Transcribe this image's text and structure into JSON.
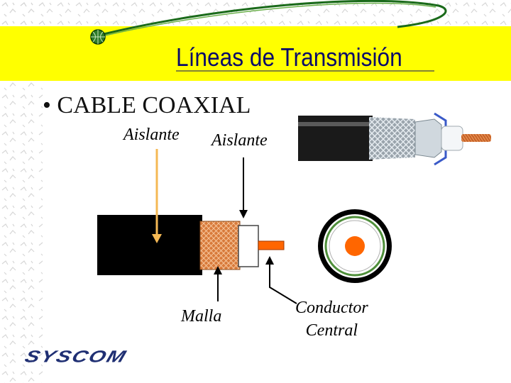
{
  "slide": {
    "title": "Líneas de Transmisión",
    "bullet": "• CABLE COAXIAL",
    "labels": {
      "aislante_outer": "Aislante",
      "aislante_inner": "Aislante",
      "malla": "Malla",
      "conductor_line1": "Conductor",
      "conductor_line2": "Central"
    },
    "logo_text": "SYSCOM"
  },
  "colors": {
    "title_band": "#ffff00",
    "title_text": "#0a0a6a",
    "jacket": "#000000",
    "braid": "#d87a3a",
    "conductor": "#ff6600",
    "arrow_orange": "#f5b955",
    "ring_green": "#4f8f3a",
    "logo": "#1f2f73"
  }
}
